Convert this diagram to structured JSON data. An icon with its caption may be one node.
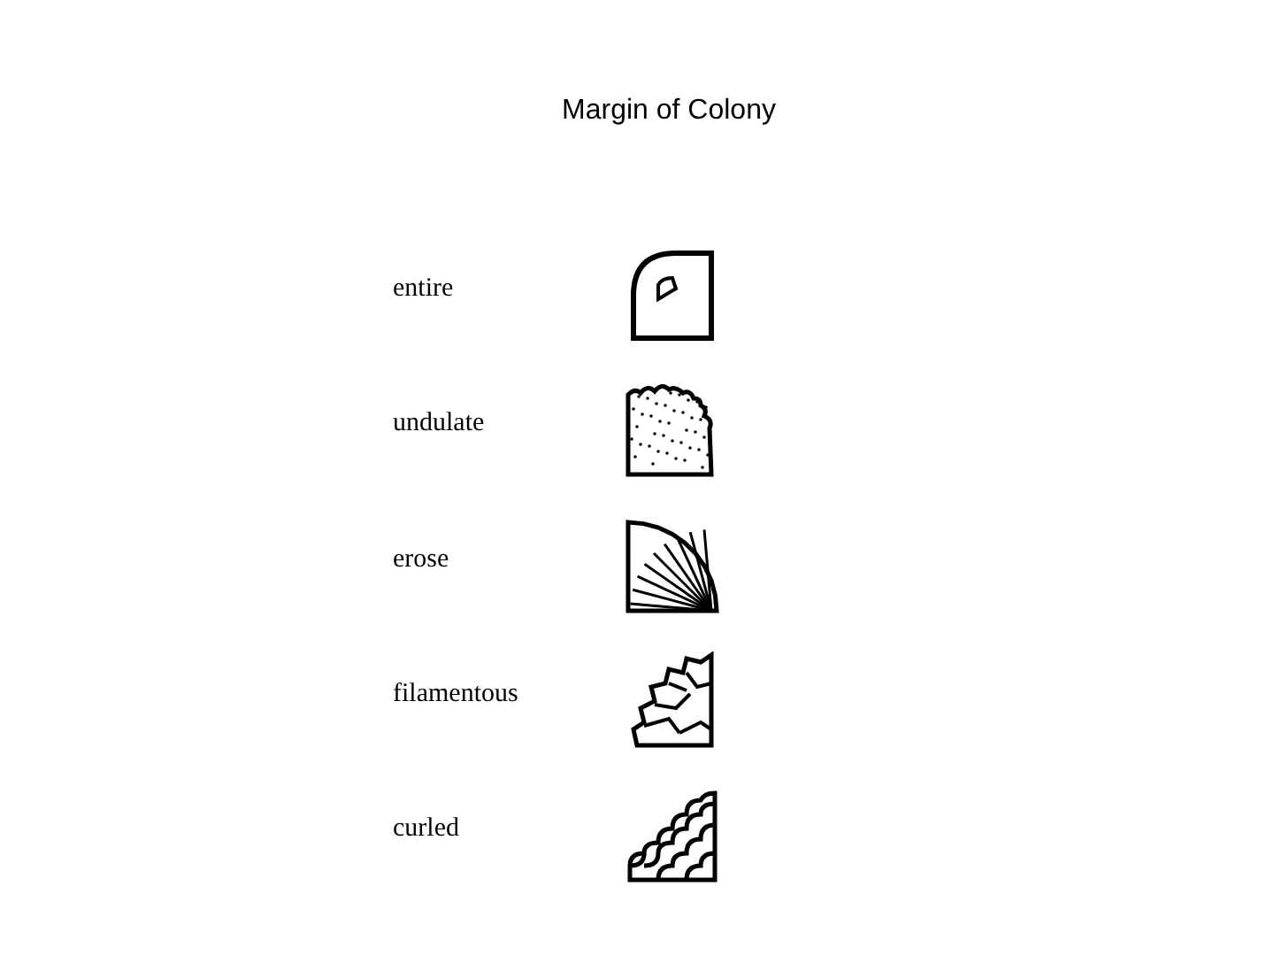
{
  "diagram": {
    "title": "Margin of Colony",
    "labels": [
      "entire",
      "undulate",
      "erose",
      "filamentous",
      "curled"
    ]
  }
}
